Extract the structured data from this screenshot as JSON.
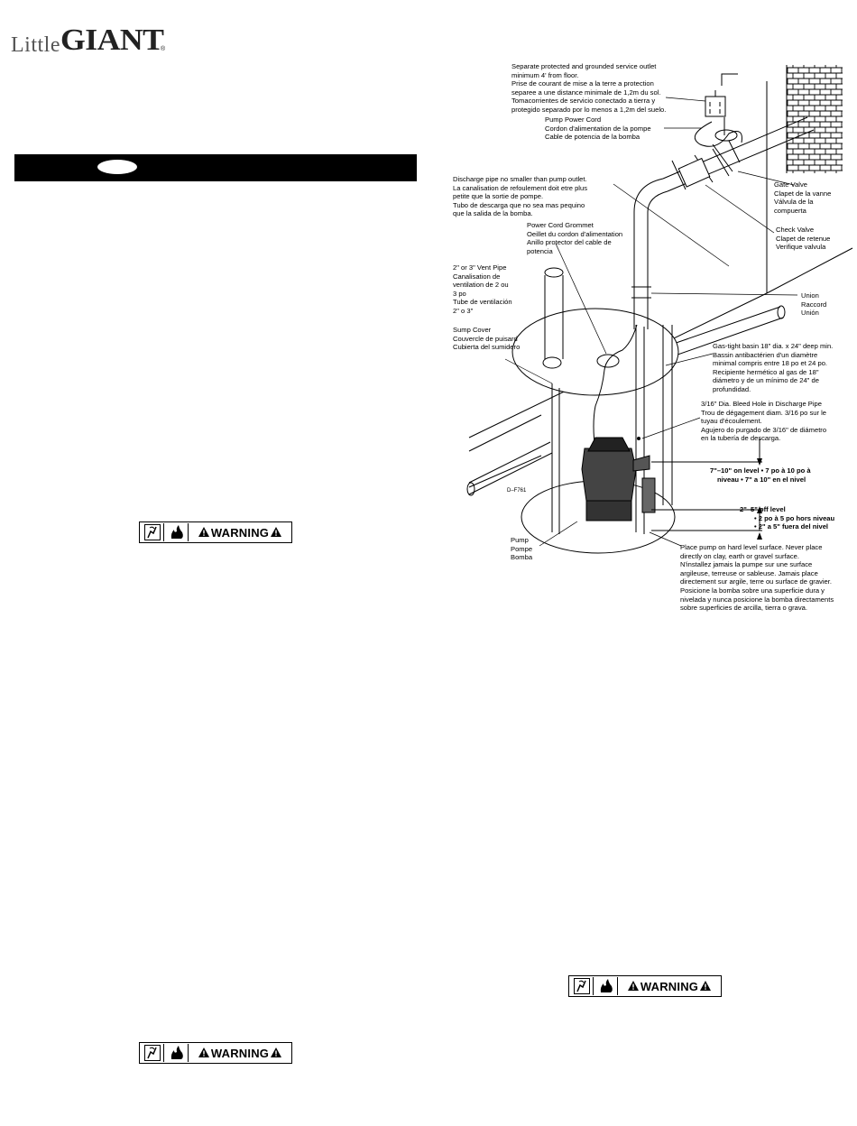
{
  "brand": {
    "little": "Little",
    "giant": "GIANT",
    "reg": "®"
  },
  "warnings": {
    "label": "WARNING"
  },
  "diagram": {
    "code": "D–F761",
    "outlet": [
      "Separate protected and grounded service outlet",
      "minimum 4' from floor.",
      "Prise de courant de mise a la terre a protection",
      "separee a une distance minimale de 1,2m du sol.",
      "Tomacorrientes de servicio conectado a tierra y",
      "protegido separado por lo menos a 1,2m del suelo."
    ],
    "power_cord": [
      "Pump Power Cord",
      "Cordon d'alimentation de la pompe",
      "Cable de potencia de la bomba"
    ],
    "discharge": [
      "Discharge pipe no smaller than pump outlet.",
      "La canalisation de refoulement doit etre plus",
      "petite que la sortie de pompe.",
      "Tubo de descarga que no sea mas pequino",
      "que la salida de la bomba."
    ],
    "grommet": [
      "Power Cord Grommet",
      "Oeillet du cordon d'alimentation",
      "Anillo protector del cable de",
      "potencia"
    ],
    "vent": [
      "2\" or 3\" Vent Pipe",
      "Canalisation de",
      "ventilation de 2 ou",
      "3 po",
      "Tube de ventilación",
      "2\" o 3\""
    ],
    "sump_cover": [
      "Sump Cover",
      "Couvercle de puisard",
      "Cubierta del sumidero"
    ],
    "gate_valve": [
      "Gate Valve",
      "Clapet de la vanne",
      "Válvula de la",
      "compuerta"
    ],
    "check_valve": [
      "Check Valve",
      "Clapet de retenue",
      "Verifique valvula"
    ],
    "union": [
      "Union",
      "Raccord",
      "Unión"
    ],
    "basin": [
      "Gas-tight basin 18\" dia. x 24\" deep min.",
      "Bassin antibactérien d'un diamètre",
      "minimal compris entre 18 po et 24 po.",
      "Recipiente hermético al gas de 18\"",
      "diámetro y de un mínimo de 24\" de",
      "profundidad."
    ],
    "bleed": [
      "3/16\" Dia. Bleed Hole in Discharge Pipe",
      "Trou de dégagement diam. 3/16 po sur le",
      "tuyau d'écoulement.",
      "Agujero do purgado de 3/16\" de diámetro",
      "en la tubería de descarga."
    ],
    "on_level": [
      "7\"–10\" on level  •  7 po à 10 po à",
      "niveau  •  7\" a 10\" en el nivel"
    ],
    "off_level": [
      "2\"–5\" off level",
      "•  2 po à 5 po hors niveau",
      "•  2\" a 5\" fuera del nivel"
    ],
    "pump": [
      "Pump",
      "Pompe",
      "Bomba"
    ],
    "place": [
      "Place pump on hard level surface. Never place",
      "directly on clay, earth or gravel surface.",
      "N'installez jamais la pumpe sur une surface",
      "argileuse, terreuse or sableuse. Jamais place",
      "directement sur argile, terre ou surface de gravier.",
      "Posicione la bomba sobre una superficie dura y",
      "nivelada y nunca posicione la bomba directaments",
      "sobre superficies de arcilla, tierra o grava."
    ]
  }
}
